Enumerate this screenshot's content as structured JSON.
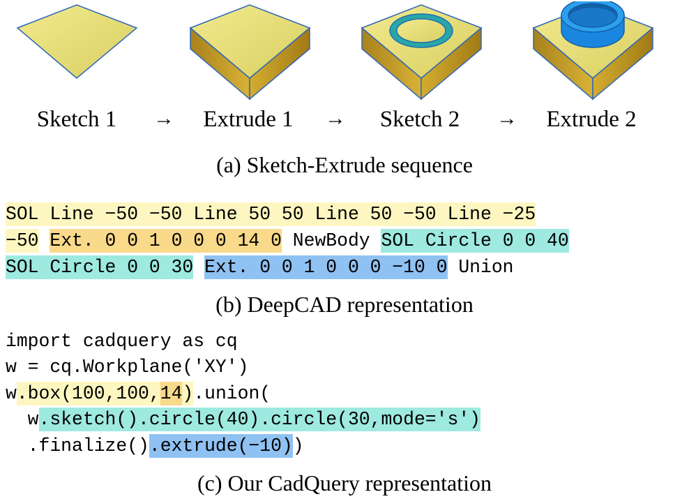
{
  "figure": {
    "panel_a": {
      "steps": [
        "Sketch 1",
        "Extrude 1",
        "Sketch 2",
        "Extrude 2"
      ],
      "arrow": "→",
      "caption": "(a) Sketch-Extrude sequence"
    },
    "panel_b": {
      "lines": [
        [
          {
            "text": "SOL Line −50 −50 Line 50 50 Line 50 −50 Line −25",
            "hl": "yellow"
          }
        ],
        [
          {
            "text": "−50",
            "hl": "yellow"
          },
          {
            "text": " ",
            "hl": "none"
          },
          {
            "text": "Ext. 0 0 1 0 0 0 14 0",
            "hl": "orange"
          },
          {
            "text": " NewBody ",
            "hl": "none"
          },
          {
            "text": "SOL Circle 0 0 40",
            "hl": "teal"
          }
        ],
        [
          {
            "text": "SOL Circle 0 0 30",
            "hl": "teal"
          },
          {
            "text": " ",
            "hl": "none"
          },
          {
            "text": "Ext. 0 0 1 0 0 0 −10 0",
            "hl": "blue"
          },
          {
            "text": " Union",
            "hl": "none"
          }
        ]
      ],
      "caption": "(b) DeepCAD representation"
    },
    "panel_c": {
      "lines": [
        [
          {
            "text": "import cadquery as cq",
            "hl": "none"
          }
        ],
        [
          {
            "text": "w = cq.Workplane('XY')",
            "hl": "none"
          }
        ],
        [
          {
            "text": "w",
            "hl": "none"
          },
          {
            "text": ".box(100,100,",
            "hl": "yellow"
          },
          {
            "text": "14",
            "hl": "orange"
          },
          {
            "text": ")",
            "hl": "yellow"
          },
          {
            "text": ".union(",
            "hl": "none"
          }
        ],
        [
          {
            "text": "  w",
            "hl": "none"
          },
          {
            "text": ".sketch().circle(40).circle(30,mode='s')",
            "hl": "teal"
          }
        ],
        [
          {
            "text": "  .finalize()",
            "hl": "none"
          },
          {
            "text": ".extrude(−10)",
            "hl": "blue"
          },
          {
            "text": ")",
            "hl": "none"
          }
        ]
      ],
      "caption": "(c) Our CadQuery representation"
    },
    "colors": {
      "yellow": "#fdf6c0",
      "orange": "#f9d98a",
      "teal": "#9ee9e0",
      "blue": "#8fc1f2",
      "face_top": "#e6de79",
      "face_side": "#c9a32c",
      "edge": "#2f66b8",
      "ring": "#1e8ee6"
    }
  }
}
